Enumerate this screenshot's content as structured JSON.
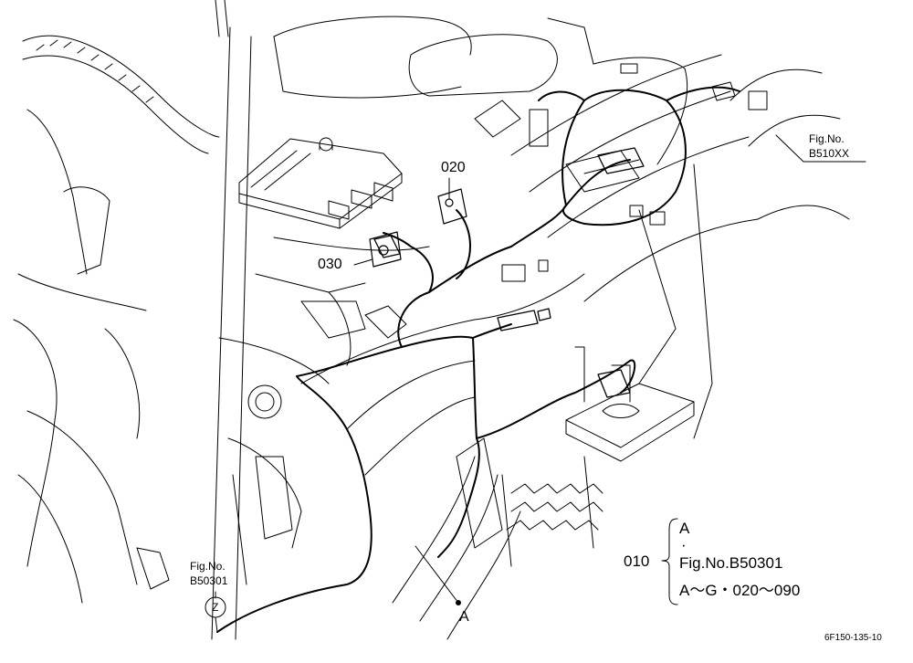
{
  "callouts": {
    "part_020": "020",
    "part_030": "030",
    "point_a": "A",
    "circle_z": "Z"
  },
  "fig_ref_top": {
    "label": "Fig.No.",
    "number": "B510XX"
  },
  "fig_ref_left": {
    "label": "Fig.No.",
    "number": "B50301"
  },
  "legend": {
    "part": "010",
    "line1": "A",
    "dot": "·",
    "line2": "Fig.No.B50301",
    "line3": "A～G・020～090"
  },
  "drawing_code": "6F150-135-10"
}
